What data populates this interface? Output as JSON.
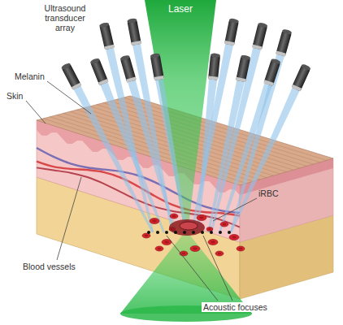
{
  "diagram": {
    "labels": [
      "Ultrasound transducer array",
      "Laser",
      "Melanin",
      "Skin",
      "Blood vessels",
      "iRBC",
      "Acoustic focuses"
    ]
  }
}
